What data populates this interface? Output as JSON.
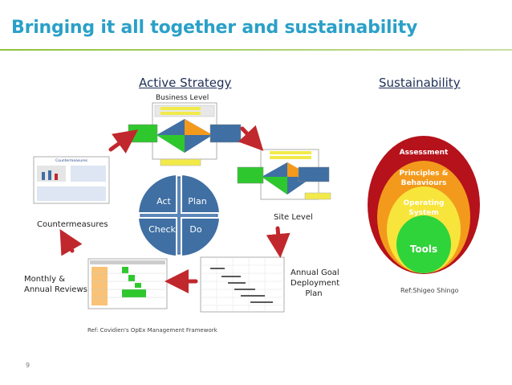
{
  "title": "Bringing it all together and sustainability",
  "active_strategy": {
    "heading": "Active Strategy",
    "business_level": "Business Level",
    "site_level": "Site Level",
    "annual_goal": [
      "Annual Goal",
      "Deployment",
      "Plan"
    ],
    "monthly_reviews": [
      "Monthly &",
      "Annual  Reviews"
    ],
    "countermeasures": "Countermeasures",
    "countermeasures_thumb": "Countermeasures",
    "pdca": {
      "act": "Act",
      "plan": "Plan",
      "check": "Check",
      "do": "Do"
    },
    "reference": "Ref: Covidien's OpEx Management Framework",
    "colors": {
      "arrow": "#c0282d",
      "pdca": "#3f6fa3",
      "highlight": "#f2ea4a",
      "green": "#2ec82e"
    }
  },
  "sustainability": {
    "heading": "Sustainability",
    "rings": [
      {
        "label": "Assessment",
        "color": "#b5121b"
      },
      {
        "label": "Principles &\nBehaviours",
        "color": "#f39a1c"
      },
      {
        "label": "Operating\nSystem",
        "color": "#f7e53b"
      },
      {
        "label": "Tools",
        "color": "#2fd33a"
      }
    ],
    "reference": "Ref:Shigeo Shingo"
  },
  "page_number": "9"
}
